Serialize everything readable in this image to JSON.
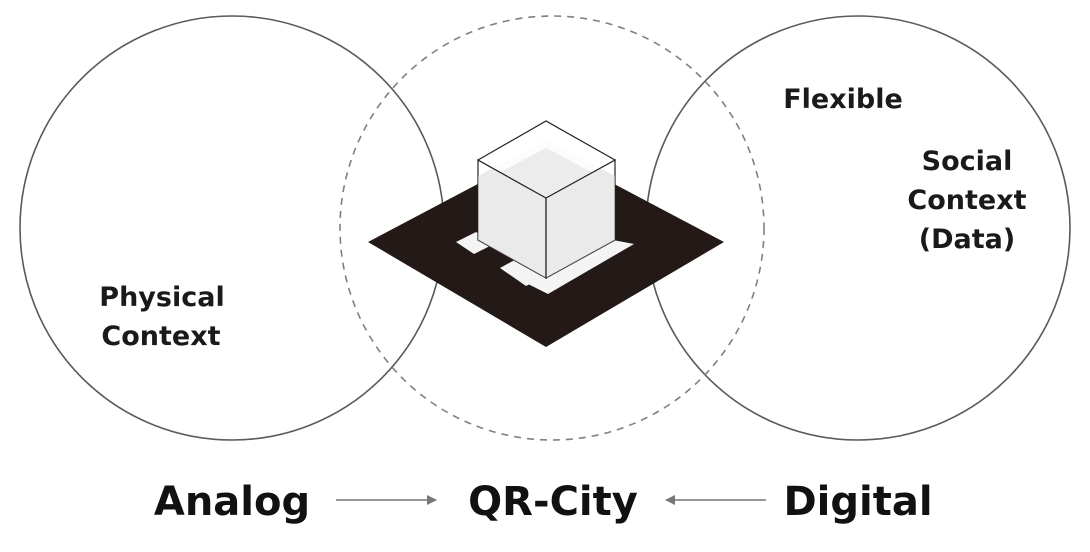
{
  "left_circle": {
    "line1": "Physical",
    "line2": "Context"
  },
  "right_circle": {
    "flexible": "Flexible",
    "line1": "Social",
    "line2": "Context",
    "line3": "(Data)"
  },
  "bottom": {
    "left": "Analog",
    "center": "QR-City",
    "right": "Digital"
  },
  "colors": {
    "circle_stroke": "#5a5a5a",
    "dashed_stroke": "#808080",
    "marker_fill": "#231a17",
    "arrow": "#777777",
    "text": "#111111"
  },
  "icons": {
    "center": "qr-marker-with-cube-icon",
    "arrows": "arrow-right-icon, arrow-left-icon"
  }
}
